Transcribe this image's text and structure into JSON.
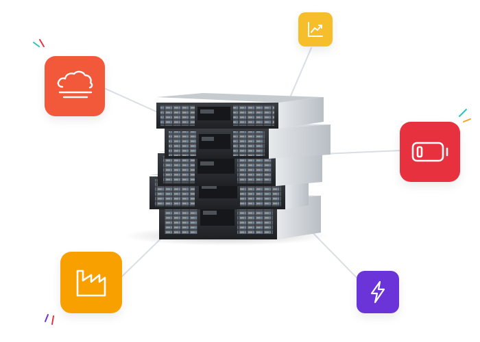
{
  "scene": {
    "subject": "server-rack-stack",
    "server_units": 5
  },
  "tiles": [
    {
      "id": "cloud",
      "icon": "cloud-fog-icon",
      "color": "#F2593A"
    },
    {
      "id": "chart",
      "icon": "trending-chart-icon",
      "color": "#F7BE2B"
    },
    {
      "id": "battery",
      "icon": "battery-low-icon",
      "color": "#E8313F"
    },
    {
      "id": "factory",
      "icon": "factory-icon",
      "color": "#F8A000"
    },
    {
      "id": "bolt",
      "icon": "lightning-bolt-icon",
      "color": "#6A34D8"
    }
  ],
  "colors": {
    "connector": "#D9DEE4",
    "server_body": "#2A2D31",
    "server_side": "#C9CED4",
    "accent_teal": "#2BC3C3",
    "accent_red": "#E8313F",
    "accent_orange": "#F7A21B",
    "accent_purple": "#6A34D8"
  }
}
